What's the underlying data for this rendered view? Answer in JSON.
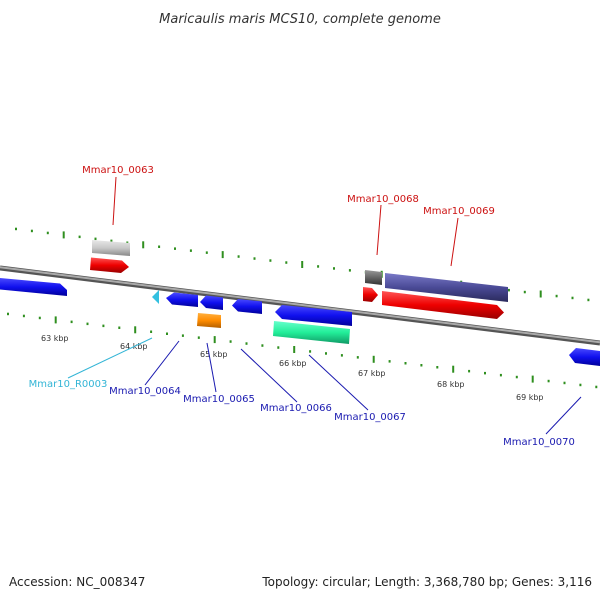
{
  "title": "Maricaulis maris MCS10, complete genome",
  "footer": {
    "accession": "Accession: NC_008347",
    "summary": "Topology: circular; Length: 3,368,780 bp; Genes: 3,116"
  },
  "colors": {
    "backbone": "#8a8a8a",
    "tick": "#2f8f1f",
    "plus_label": "#cc1111",
    "minus_label": "#1a1ab0",
    "rna_label": "#33b5d6"
  },
  "ticks": [
    "63 kbp",
    "64 kbp",
    "65 kbp",
    "66 kbp",
    "67 kbp",
    "68 kbp",
    "69 kbp"
  ],
  "genes": [
    {
      "name": "Mmar10_0063",
      "strand": "+",
      "feature_color": "#ee0000"
    },
    {
      "name": "Mmar10_0068",
      "strand": "+",
      "feature_color": "#ee0000"
    },
    {
      "name": "Mmar10_0069",
      "strand": "+",
      "feature_color": "#ee0000"
    },
    {
      "name": "Mmar10_R0003",
      "strand": "-",
      "feature_color": "#33c0e0"
    },
    {
      "name": "Mmar10_0064",
      "strand": "-",
      "feature_color": "#1010ee"
    },
    {
      "name": "Mmar10_0065",
      "strand": "-",
      "feature_color": "#1010ee"
    },
    {
      "name": "Mmar10_0066",
      "strand": "-",
      "feature_color": "#1010ee"
    },
    {
      "name": "Mmar10_0067",
      "strand": "-",
      "feature_color": "#1010ee"
    },
    {
      "name": "Mmar10_0070",
      "strand": "-",
      "feature_color": "#1010ee"
    }
  ]
}
